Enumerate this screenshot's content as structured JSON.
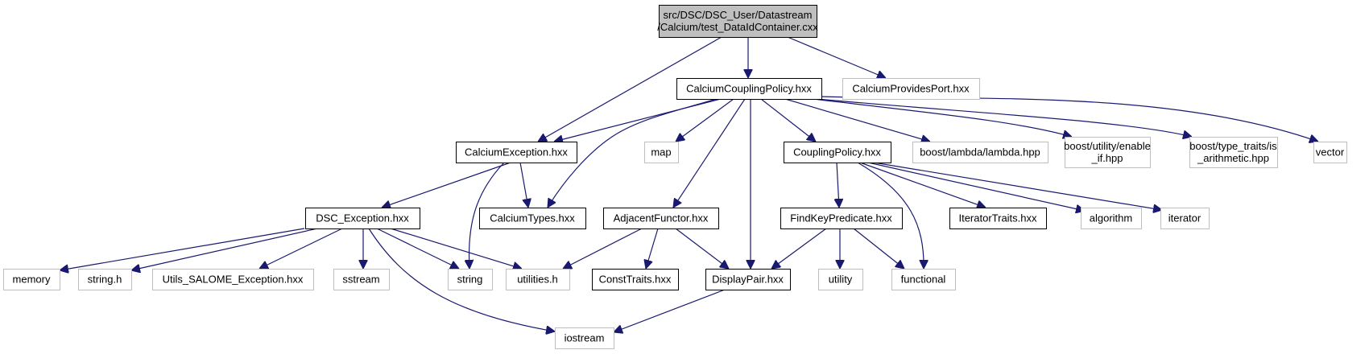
{
  "diagram": {
    "kind": "include-dependency-graph",
    "title": "src/DSC/DSC_User/Datastream/Calcium/test_DataIdContainer.cxx",
    "colors": {
      "edge": "#191970",
      "root_fill": "#bfbfbf",
      "root_border": "#000000",
      "documented_border": "#000000",
      "external_border": "#bfbfbf",
      "node_fill": "#ffffff",
      "text": "#000000"
    },
    "nodes": [
      {
        "id": "root",
        "lines": [
          "src/DSC/DSC_User/Datastream",
          "/Calcium/test_DataIdContainer.cxx"
        ],
        "style": "root"
      },
      {
        "id": "CalciumCouplingPolicy",
        "lines": [
          "CalciumCouplingPolicy.hxx"
        ],
        "style": "documented"
      },
      {
        "id": "CalciumProvidesPort",
        "lines": [
          "CalciumProvidesPort.hxx"
        ],
        "style": "external"
      },
      {
        "id": "CalciumException",
        "lines": [
          "CalciumException.hxx"
        ],
        "style": "documented"
      },
      {
        "id": "map",
        "lines": [
          "map"
        ],
        "style": "external"
      },
      {
        "id": "CouplingPolicy",
        "lines": [
          "CouplingPolicy.hxx"
        ],
        "style": "documented"
      },
      {
        "id": "lambda",
        "lines": [
          "boost/lambda/lambda.hpp"
        ],
        "style": "external"
      },
      {
        "id": "enable_if",
        "lines": [
          "boost/utility/enable",
          "_if.hpp"
        ],
        "style": "external"
      },
      {
        "id": "is_arithmetic",
        "lines": [
          "boost/type_traits/is",
          "_arithmetic.hpp"
        ],
        "style": "external"
      },
      {
        "id": "vector",
        "lines": [
          "vector"
        ],
        "style": "external"
      },
      {
        "id": "DSC_Exception",
        "lines": [
          "DSC_Exception.hxx"
        ],
        "style": "documented"
      },
      {
        "id": "CalciumTypes",
        "lines": [
          "CalciumTypes.hxx"
        ],
        "style": "documented"
      },
      {
        "id": "AdjacentFunctor",
        "lines": [
          "AdjacentFunctor.hxx"
        ],
        "style": "documented"
      },
      {
        "id": "FindKeyPredicate",
        "lines": [
          "FindKeyPredicate.hxx"
        ],
        "style": "documented"
      },
      {
        "id": "IteratorTraits",
        "lines": [
          "IteratorTraits.hxx"
        ],
        "style": "documented"
      },
      {
        "id": "algorithm",
        "lines": [
          "algorithm"
        ],
        "style": "external"
      },
      {
        "id": "iterator",
        "lines": [
          "iterator"
        ],
        "style": "external"
      },
      {
        "id": "memory",
        "lines": [
          "memory"
        ],
        "style": "external"
      },
      {
        "id": "string_h",
        "lines": [
          "string.h"
        ],
        "style": "external"
      },
      {
        "id": "Utils_SALOME_Exception",
        "lines": [
          "Utils_SALOME_Exception.hxx"
        ],
        "style": "external"
      },
      {
        "id": "sstream",
        "lines": [
          "sstream"
        ],
        "style": "external"
      },
      {
        "id": "string",
        "lines": [
          "string"
        ],
        "style": "external"
      },
      {
        "id": "utilities_h",
        "lines": [
          "utilities.h"
        ],
        "style": "external"
      },
      {
        "id": "ConstTraits",
        "lines": [
          "ConstTraits.hxx"
        ],
        "style": "documented"
      },
      {
        "id": "DisplayPair",
        "lines": [
          "DisplayPair.hxx"
        ],
        "style": "documented"
      },
      {
        "id": "utility",
        "lines": [
          "utility"
        ],
        "style": "external"
      },
      {
        "id": "functional",
        "lines": [
          "functional"
        ],
        "style": "external"
      },
      {
        "id": "iostream",
        "lines": [
          "iostream"
        ],
        "style": "external"
      }
    ],
    "edges": [
      {
        "from": "root",
        "to": "CalciumCouplingPolicy"
      },
      {
        "from": "root",
        "to": "CalciumProvidesPort"
      },
      {
        "from": "root",
        "to": "CalciumException"
      },
      {
        "from": "CalciumCouplingPolicy",
        "to": "CalciumException"
      },
      {
        "from": "CalciumCouplingPolicy",
        "to": "CalciumTypes"
      },
      {
        "from": "CalciumCouplingPolicy",
        "to": "map"
      },
      {
        "from": "CalciumCouplingPolicy",
        "to": "AdjacentFunctor"
      },
      {
        "from": "CalciumCouplingPolicy",
        "to": "DisplayPair"
      },
      {
        "from": "CalciumCouplingPolicy",
        "to": "CouplingPolicy"
      },
      {
        "from": "CalciumCouplingPolicy",
        "to": "lambda"
      },
      {
        "from": "CalciumCouplingPolicy",
        "to": "enable_if"
      },
      {
        "from": "CalciumCouplingPolicy",
        "to": "is_arithmetic"
      },
      {
        "from": "CalciumCouplingPolicy",
        "to": "vector"
      },
      {
        "from": "CalciumException",
        "to": "DSC_Exception"
      },
      {
        "from": "CalciumException",
        "to": "CalciumTypes"
      },
      {
        "from": "CalciumException",
        "to": "string"
      },
      {
        "from": "DSC_Exception",
        "to": "memory"
      },
      {
        "from": "DSC_Exception",
        "to": "string_h"
      },
      {
        "from": "DSC_Exception",
        "to": "Utils_SALOME_Exception"
      },
      {
        "from": "DSC_Exception",
        "to": "sstream"
      },
      {
        "from": "DSC_Exception",
        "to": "string"
      },
      {
        "from": "DSC_Exception",
        "to": "utilities_h"
      },
      {
        "from": "DSC_Exception",
        "to": "iostream"
      },
      {
        "from": "AdjacentFunctor",
        "to": "utilities_h"
      },
      {
        "from": "AdjacentFunctor",
        "to": "ConstTraits"
      },
      {
        "from": "AdjacentFunctor",
        "to": "DisplayPair"
      },
      {
        "from": "CouplingPolicy",
        "to": "FindKeyPredicate"
      },
      {
        "from": "CouplingPolicy",
        "to": "functional"
      },
      {
        "from": "CouplingPolicy",
        "to": "IteratorTraits"
      },
      {
        "from": "CouplingPolicy",
        "to": "algorithm"
      },
      {
        "from": "CouplingPolicy",
        "to": "iterator"
      },
      {
        "from": "FindKeyPredicate",
        "to": "DisplayPair"
      },
      {
        "from": "FindKeyPredicate",
        "to": "utility"
      },
      {
        "from": "FindKeyPredicate",
        "to": "functional"
      },
      {
        "from": "DisplayPair",
        "to": "iostream"
      }
    ]
  }
}
